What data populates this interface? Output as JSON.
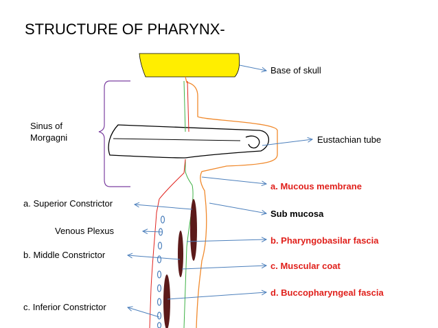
{
  "title": "STRUCTURE OF PHARYNX-",
  "labels": {
    "base_of_skull": "Base of skull",
    "sinus_line1": "Sinus of",
    "sinus_line2": "Morgagni",
    "eustachian_tube": "Eustachian tube",
    "superior_constrictor": "a.   Superior Constrictor",
    "venous_plexus": "Venous Plexus",
    "middle_constrictor": "b.    Middle Constrictor",
    "inferior_constrictor": "c.   Inferior Constrictor",
    "mucous_membrane": "a.   Mucous membrane",
    "sub_mucosa": "Sub mucosa",
    "pharyngobasilar_fascia": "b.   Pharyngobasilar fascia",
    "muscular_coat": "c.    Muscular coat",
    "buccopharyngeal_fascia": "d.   Buccopharyngeal fascia"
  },
  "colors": {
    "skull": "#ffee00",
    "arrow": "#4a7ebb",
    "mucosa_line": "#3cb043",
    "fascia_line": "#e0201b",
    "outer_line": "#f0882a",
    "bracket": "#7b3fa0",
    "muscle": "#5c1a1a",
    "plexus": "#4a7ebb",
    "red_text": "#e0201b"
  }
}
